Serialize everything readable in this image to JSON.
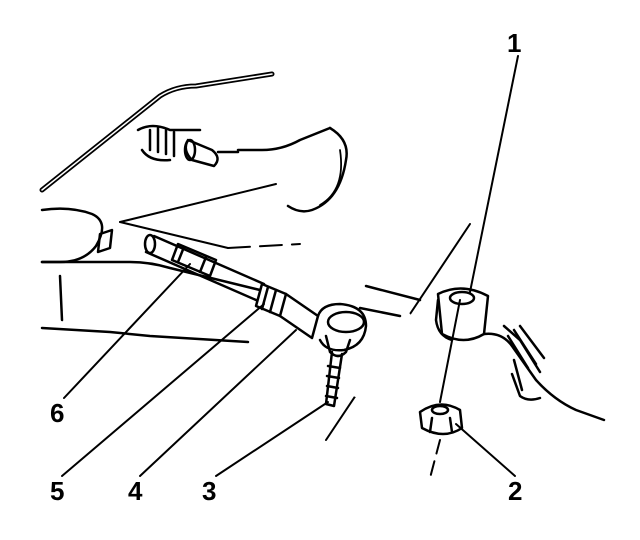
{
  "diagram": {
    "callouts": [
      {
        "id": "1",
        "text": "1"
      },
      {
        "id": "2",
        "text": "2"
      },
      {
        "id": "3",
        "text": "3"
      },
      {
        "id": "4",
        "text": "4"
      },
      {
        "id": "5",
        "text": "5"
      },
      {
        "id": "6",
        "text": "6"
      }
    ],
    "colors": {
      "ink": "#000000",
      "paper": "#ffffff"
    }
  }
}
